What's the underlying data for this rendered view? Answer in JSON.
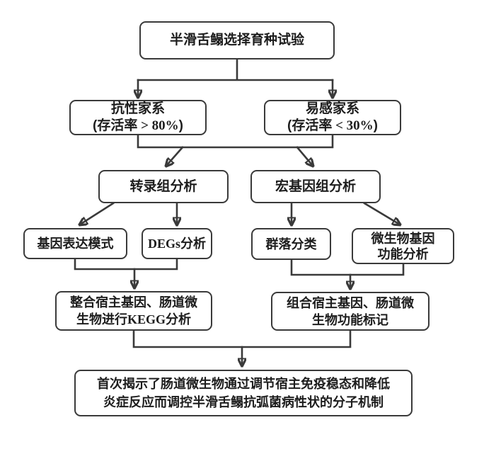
{
  "colors": {
    "line": "#3a3a3a",
    "box-border": "#3a3a3a",
    "text": "#1d1d1d",
    "bg": "#ffffff"
  },
  "nodes": {
    "root": {
      "line1": "半滑舌鳎选择育种试验"
    },
    "resistant": {
      "line1": "抗性家系",
      "line2_pre": "(存活率",
      "line2_value": " > 80%",
      "line2_post": ")"
    },
    "susceptible": {
      "line1": "易感家系",
      "line2_pre": "(存活率",
      "line2_value": " < 30%",
      "line2_post": ")"
    },
    "transcriptome": {
      "line1": "转录组分析"
    },
    "metagenome": {
      "line1": "宏基因组分析"
    },
    "gene_expression": {
      "line1": "基因表达模式"
    },
    "degs": {
      "line1_lat": "DEGs",
      "line1_zh": "分析"
    },
    "community": {
      "line1": "群落分类"
    },
    "microbial_function": {
      "line1": "微生物基因",
      "line2": "功能分析"
    },
    "kegg": {
      "line1": "整合宿主基因、肠道微",
      "line2_pre": "生物进行",
      "line2_lat": "KEGG",
      "line2_post": "分析"
    },
    "function_markers": {
      "line1": "组合宿主基因、肠道微",
      "line2": "生物功能标记"
    },
    "conclusion": {
      "line1": "首次揭示了肠道微生物通过调节宿主免疫稳态和降低",
      "line2": "炎症反应而调控半滑舌鳎抗弧菌病性状的分子机制"
    }
  }
}
